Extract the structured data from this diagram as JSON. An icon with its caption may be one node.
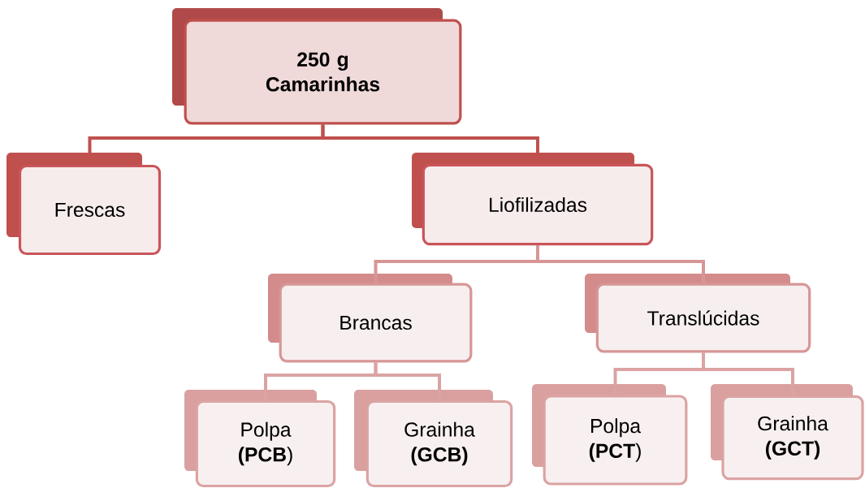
{
  "diagram": {
    "nodes": [
      {
        "text": [
          "250 g Camarinhas"
        ]
      },
      {
        "text": [
          "Frescas"
        ]
      },
      {
        "text": [
          "Liofilizadas"
        ]
      },
      {
        "text": [
          "Brancas"
        ]
      },
      {
        "text": [
          "Translúcidas"
        ]
      },
      {
        "text": [
          "Polpa **(PCB**)"
        ]
      },
      {
        "text": [
          "Grainha **(GCB)**"
        ]
      },
      {
        "text": [
          "Polpa **(PCT**)"
        ]
      },
      {
        "text": [
          "Grainha **(GCT)**"
        ]
      }
    ],
    "edges": [
      {
        "from": 0,
        "to": 1,
        "arrow": "none"
      },
      {
        "from": 0,
        "to": 2,
        "arrow": "none"
      },
      {
        "from": 2,
        "to": 3,
        "arrow": "none"
      },
      {
        "from": 2,
        "to": 4,
        "arrow": "none"
      },
      {
        "from": 3,
        "to": 5,
        "arrow": "none"
      },
      {
        "from": 3,
        "to": 6,
        "arrow": "none"
      },
      {
        "from": 4,
        "to": 7,
        "arrow": "none"
      },
      {
        "from": 4,
        "to": 8,
        "arrow": "none"
      }
    ]
  }
}
